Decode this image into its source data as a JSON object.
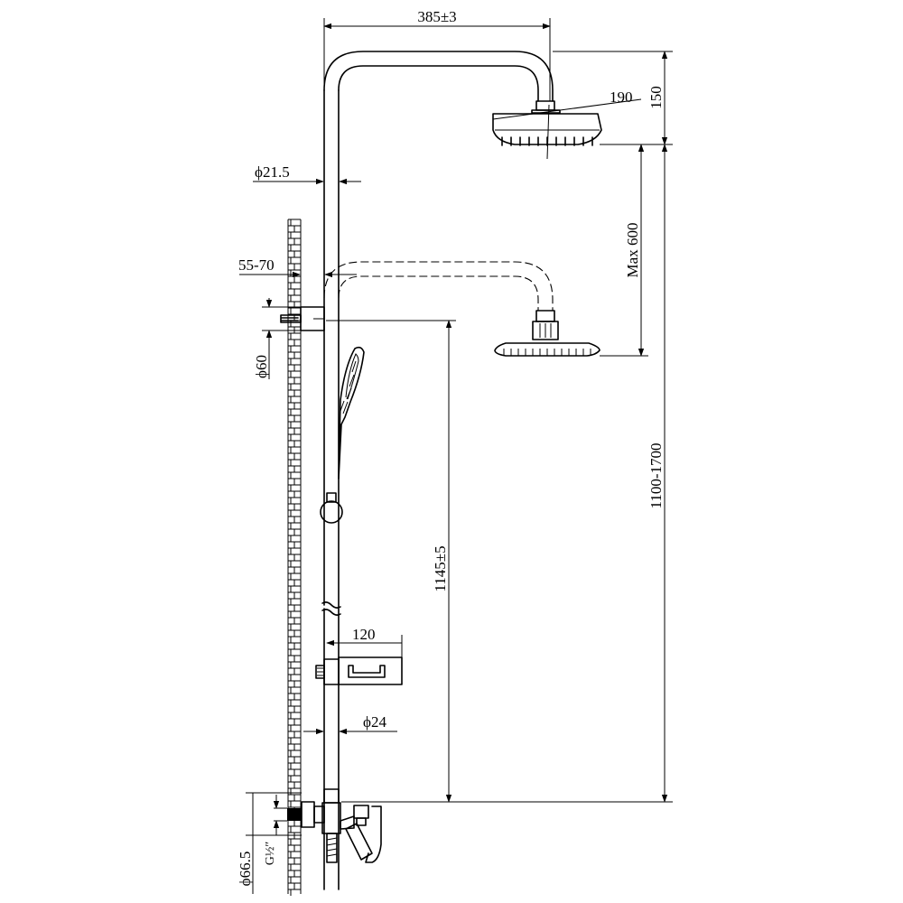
{
  "diagram": {
    "dimensions": {
      "arm_reach": "385±3",
      "head_diameter": "190",
      "head_height": "150",
      "adjust_max": "Max 600",
      "pipe_diameter": "ϕ21.5",
      "wall_gap": "55-70",
      "bracket_diameter": "ϕ60",
      "total_height": "1100-1700",
      "outlet_height": "1145±5",
      "shelf_width": "120",
      "lower_pipe_diameter": "ϕ24",
      "escutcheon_diameter": "ϕ66.5",
      "thread_size": "G½″"
    }
  }
}
